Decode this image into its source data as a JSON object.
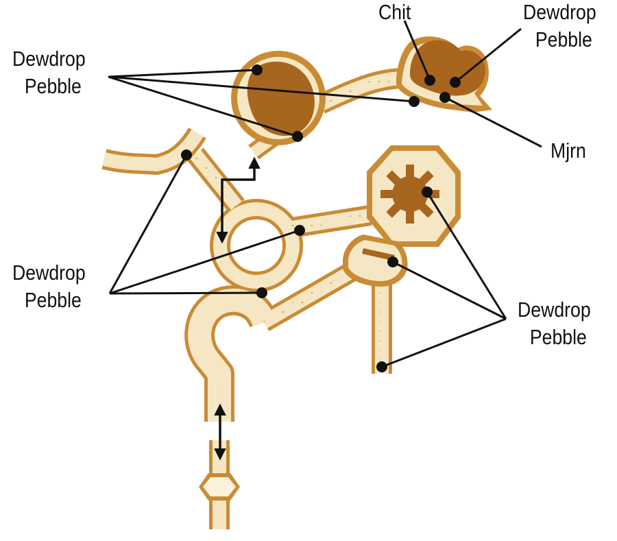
{
  "colors": {
    "cream": "#f6e7c4",
    "cream_light": "#fbf1dc",
    "rim": "#c98b35",
    "dark_chamber": "#a8651e",
    "line": "#111111"
  },
  "labels": {
    "top_left": {
      "line1": "Dewdrop",
      "line2": "Pebble"
    },
    "top_chit": "Chit",
    "top_right": {
      "line1": "Dewdrop",
      "line2": "Pebble"
    },
    "right_mjrn": "Mjrn",
    "mid_left": {
      "line1": "Dewdrop",
      "line2": "Pebble"
    },
    "mid_right": {
      "line1": "Dewdrop",
      "line2": "Pebble"
    }
  }
}
